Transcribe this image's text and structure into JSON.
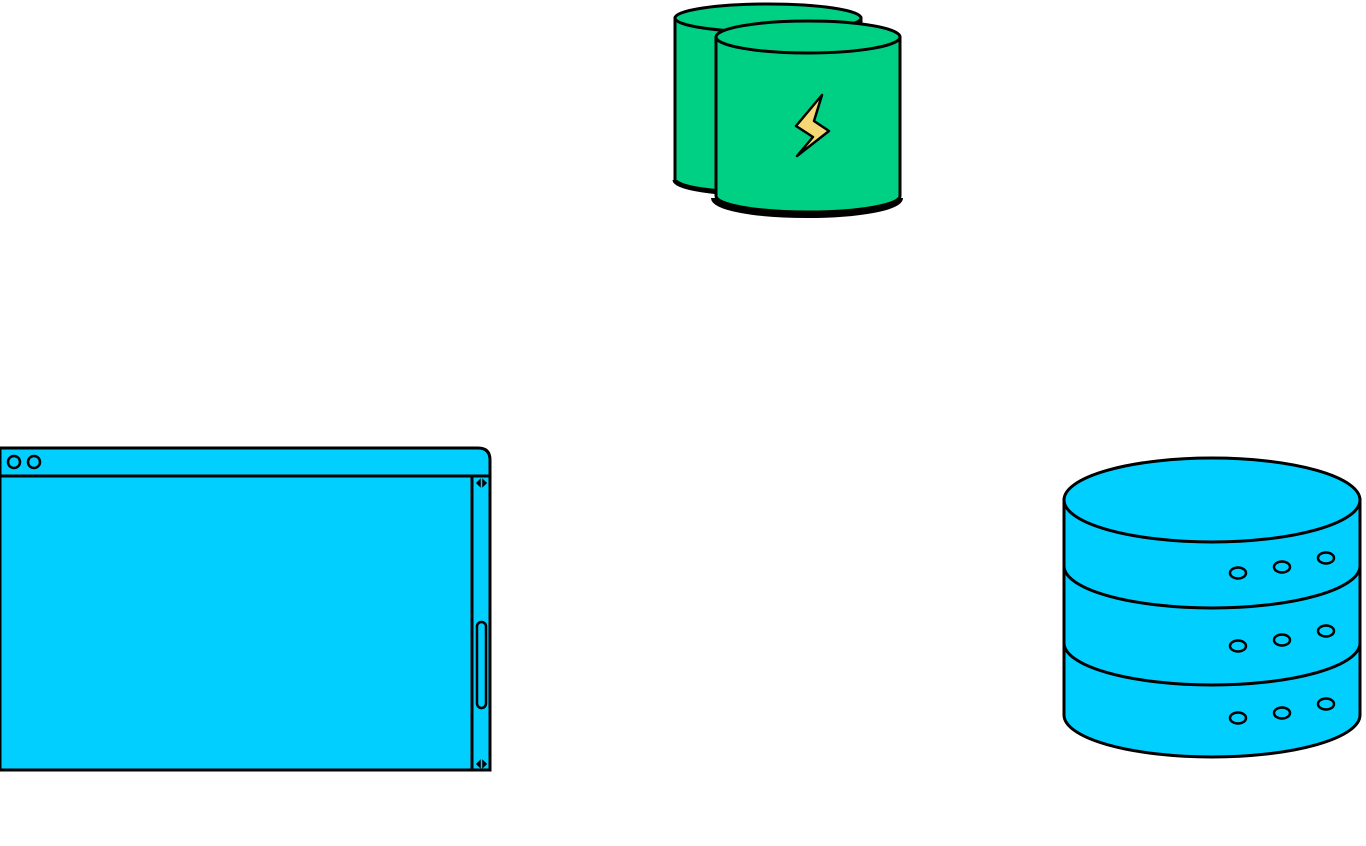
{
  "diagram": {
    "nodes": [
      {
        "id": "cache",
        "kind": "cache-cylinders",
        "icon": "lightning-bolt-icon"
      },
      {
        "id": "browser",
        "kind": "browser-window",
        "icon": "browser-window-icon"
      },
      {
        "id": "database",
        "kind": "database-stack",
        "icon": "database-icon",
        "tiers": 3
      }
    ]
  },
  "colors": {
    "background": "#ffffff",
    "outline": "#000000",
    "cache_fill": "#00d084",
    "bolt_fill": "#f7d774",
    "component_fill": "#00cfff"
  }
}
